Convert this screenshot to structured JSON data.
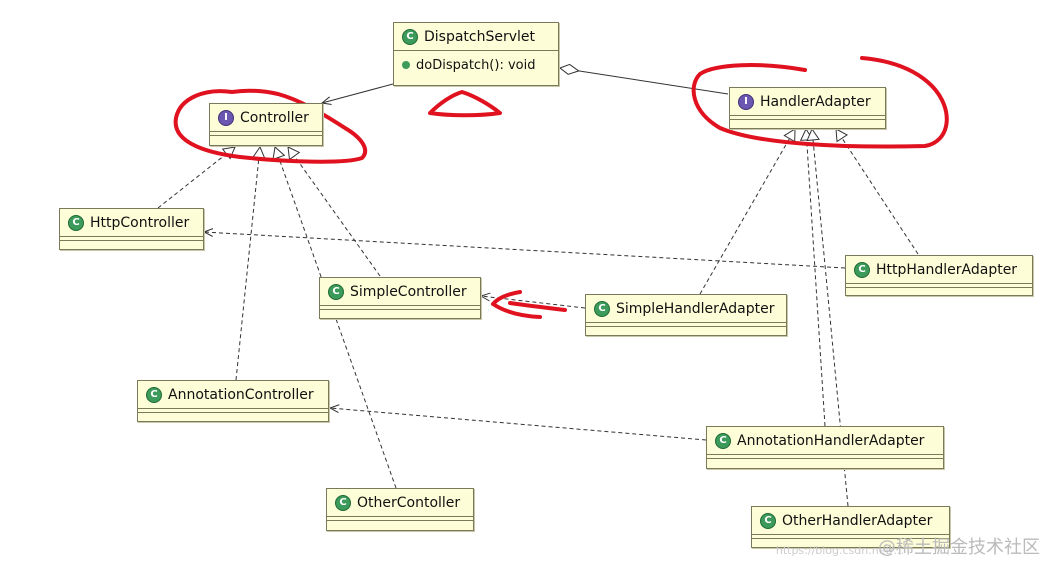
{
  "classes": {
    "dispatch_servlet": {
      "name": "DispatchServlet",
      "method": "doDispatch(): void",
      "icon": "class-icon"
    },
    "controller": {
      "name": "Controller",
      "icon": "interface-icon"
    },
    "handler_adapter": {
      "name": "HandlerAdapter",
      "icon": "interface-icon"
    },
    "http_controller": {
      "name": "HttpController",
      "icon": "class-icon"
    },
    "simple_controller": {
      "name": "SimpleController",
      "icon": "class-icon"
    },
    "annotation_controller": {
      "name": "AnnotationController",
      "icon": "class-icon"
    },
    "other_controller": {
      "name": "OtherContoller",
      "icon": "class-icon"
    },
    "http_handler_adapter": {
      "name": "HttpHandlerAdapter",
      "icon": "class-icon"
    },
    "simple_handler_adapter": {
      "name": "SimpleHandlerAdapter",
      "icon": "class-icon"
    },
    "annotation_handler_adapter": {
      "name": "AnnotationHandlerAdapter",
      "icon": "class-icon"
    },
    "other_handler_adapter": {
      "name": "OtherHandlerAdapter",
      "icon": "class-icon"
    }
  },
  "badges": {
    "class_letter": "C",
    "interface_letter": "I"
  },
  "colors": {
    "class_fill": "#fdfdd7",
    "annotation_red": "#e0121f",
    "class_badge": "#3c9a5a",
    "interface_badge": "#6a58b0"
  },
  "watermark": {
    "text": "@稀土掘金技术社区",
    "faint": "https://blog.csdn.net/..."
  }
}
